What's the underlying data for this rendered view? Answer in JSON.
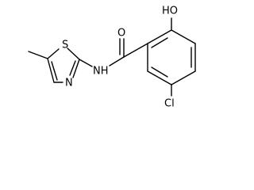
{
  "molecule": {
    "atoms": {
      "hydroxyl": "HO",
      "carbonyl_oxygen": "O",
      "amide_nitrogen": "NH",
      "thiazole_sulfur": "S",
      "thiazole_nitrogen": "N",
      "chlorine": "Cl"
    }
  }
}
